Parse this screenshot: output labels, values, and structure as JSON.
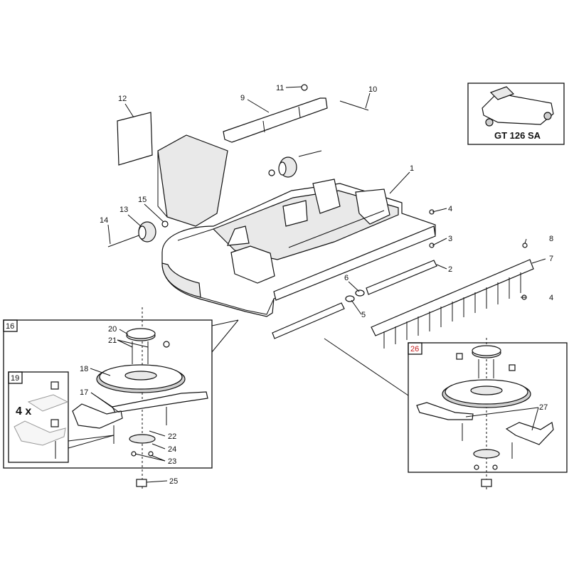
{
  "model_label": "GT 126 SA",
  "multiplier_label": "4 x",
  "inset_boxes": [
    {
      "number": "16",
      "color": "#111111"
    },
    {
      "number": "19",
      "color": "#111111"
    },
    {
      "number": "26",
      "color": "#c41a1a"
    }
  ],
  "part_labels": [
    "1",
    "2",
    "3",
    "4",
    "4",
    "5",
    "6",
    "7",
    "8",
    "9",
    "10",
    "11",
    "12",
    "13",
    "14",
    "15",
    "17",
    "18",
    "20",
    "21",
    "22",
    "23",
    "24",
    "25",
    "27"
  ]
}
